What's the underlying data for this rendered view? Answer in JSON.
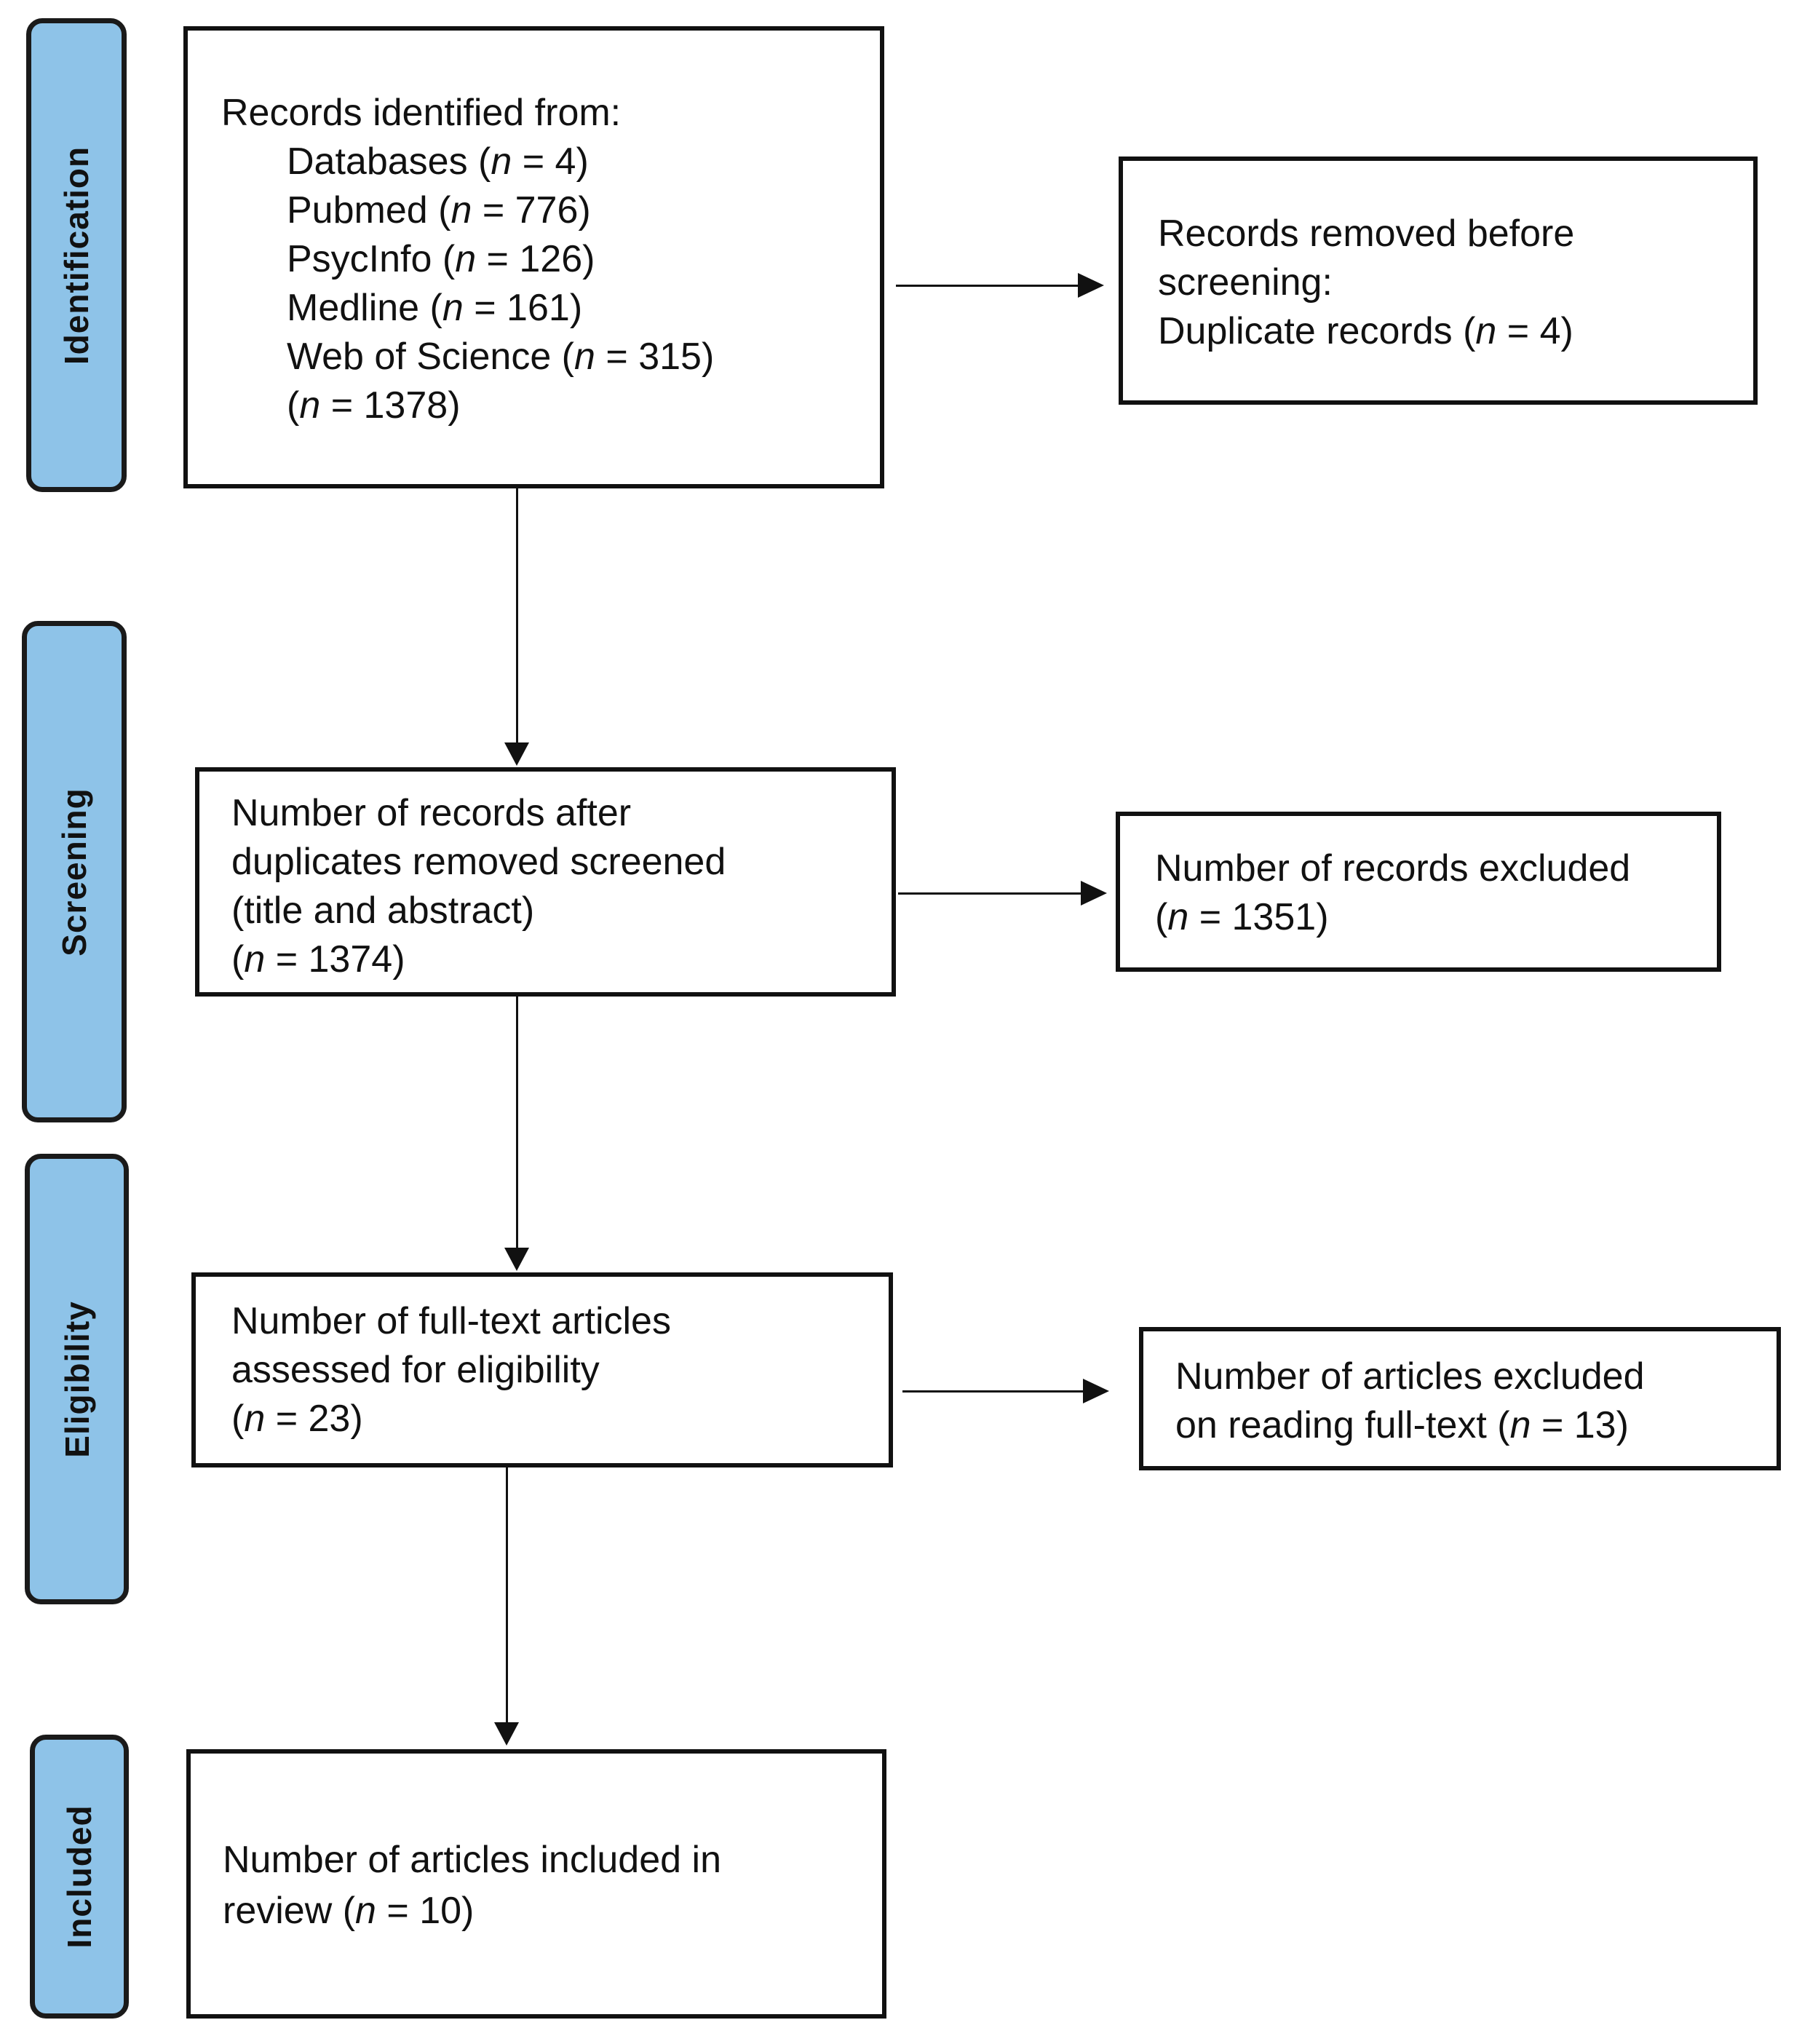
{
  "phases": {
    "identification": "Identification",
    "screening": "Screening",
    "eligibility": "Eligibility",
    "included": "Included"
  },
  "colors": {
    "phase_fill": "#8ec3e8",
    "border": "#111111"
  },
  "boxes": {
    "identified": [
      {
        "pre": "Records identified from:"
      },
      {
        "pre": "Databases (",
        "n": "n",
        "post": " = 4)",
        "indent": true
      },
      {
        "pre": "Pubmed (",
        "n": "n",
        "post": " = 776)",
        "indent": true
      },
      {
        "pre": "PsycInfo (",
        "n": "n",
        "post": " = 126)",
        "indent": true
      },
      {
        "pre": "Medline (",
        "n": "n",
        "post": " = 161)",
        "indent": true
      },
      {
        "pre": "Web of Science (",
        "n": "n",
        "post": " = 315)",
        "indent": true
      },
      {
        "pre": "(",
        "n": "n",
        "post": " = 1378)",
        "indent": true
      }
    ],
    "removed": [
      {
        "pre": "Records removed before"
      },
      {
        "pre": "screening:"
      },
      {
        "pre": "Duplicate records (",
        "n": "n",
        "post": " = 4)"
      }
    ],
    "screened": [
      {
        "pre": "Number of records after"
      },
      {
        "pre": "duplicates removed screened"
      },
      {
        "pre": "(title and abstract)"
      },
      {
        "pre": "(",
        "n": "n",
        "post": " = 1374)"
      }
    ],
    "excluded": [
      {
        "pre": "Number of records excluded"
      },
      {
        "pre": "(",
        "n": "n",
        "post": " = 1351)"
      }
    ],
    "eligibility": [
      {
        "pre": "Number of full-text articles"
      },
      {
        "pre": "assessed for eligibility"
      },
      {
        "pre": "(",
        "n": "n",
        "post": " = 23)"
      }
    ],
    "fulltext_excluded": [
      {
        "pre": "Number of articles excluded"
      },
      {
        "pre": "on reading full-text (",
        "n": "n",
        "post": " = 13)"
      }
    ],
    "included": [
      {
        "pre": "Number of articles included in"
      },
      {
        "pre": "review (",
        "n": "n",
        "post": " = 10)"
      }
    ]
  }
}
